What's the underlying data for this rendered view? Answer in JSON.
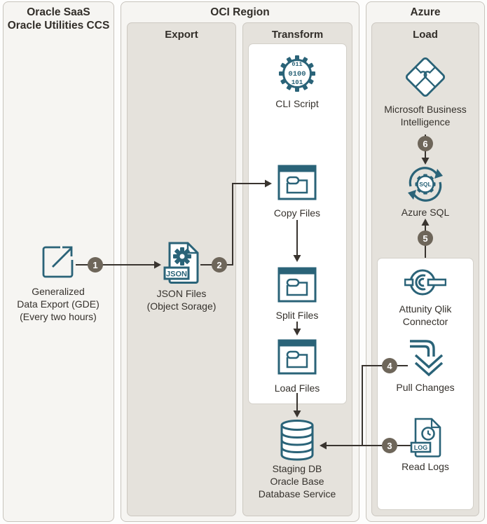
{
  "colors": {
    "teal_icon": "#2a6378",
    "step_circle": "#6e665a",
    "connector_line": "#39342f",
    "panel_bg": "#f6f5f2",
    "subpanel_bg": "#e5e2dc",
    "text": "#322e29"
  },
  "panels": {
    "oracle_saas": {
      "title": "Oracle SaaS\nOracle Utilities CCS"
    },
    "oci_region": {
      "title": "OCI Region",
      "sections": {
        "export": {
          "title": "Export"
        },
        "transform": {
          "title": "Transform"
        }
      }
    },
    "azure": {
      "title": "Azure",
      "sections": {
        "load": {
          "title": "Load"
        }
      }
    }
  },
  "nodes": {
    "gde": {
      "label": "Generalized\nData Export (GDE)\n(Every two hours)",
      "icon": "export-arrow-icon"
    },
    "json_files": {
      "label": "JSON Files\n(Object Sorage)",
      "icon": "json-document-gear-icon",
      "badge": "JSON"
    },
    "cli_script": {
      "label": "CLI Script",
      "icon": "gear-binary-icon",
      "binary": [
        "011",
        "0100",
        "101"
      ]
    },
    "copy_files": {
      "label": "Copy Files",
      "icon": "window-folder-icon"
    },
    "split_files": {
      "label": "Split Files",
      "icon": "window-folder-icon"
    },
    "load_files": {
      "label": "Load Files",
      "icon": "window-folder-icon"
    },
    "staging_db": {
      "label": "Staging DB\nOracle Base\nDatabase Service",
      "icon": "database-cylinder-icon"
    },
    "ms_bi": {
      "label": "Microsoft Business\nIntelligence",
      "icon": "puzzle-diamond-icon"
    },
    "azure_sql": {
      "label": "Azure SQL",
      "icon": "sql-sync-gear-icon",
      "badge": "SQL"
    },
    "attunity": {
      "label": "Attunity Qlik\nConnector",
      "icon": "connector-rings-icon"
    },
    "pull_changes": {
      "label": "Pull Changes",
      "icon": "double-down-arrow-icon"
    },
    "read_logs": {
      "label": "Read Logs",
      "icon": "log-document-clock-icon",
      "badge": "LOG"
    }
  },
  "steps": {
    "s1": "1",
    "s2": "2",
    "s3": "3",
    "s4": "4",
    "s5": "5",
    "s6": "6"
  }
}
